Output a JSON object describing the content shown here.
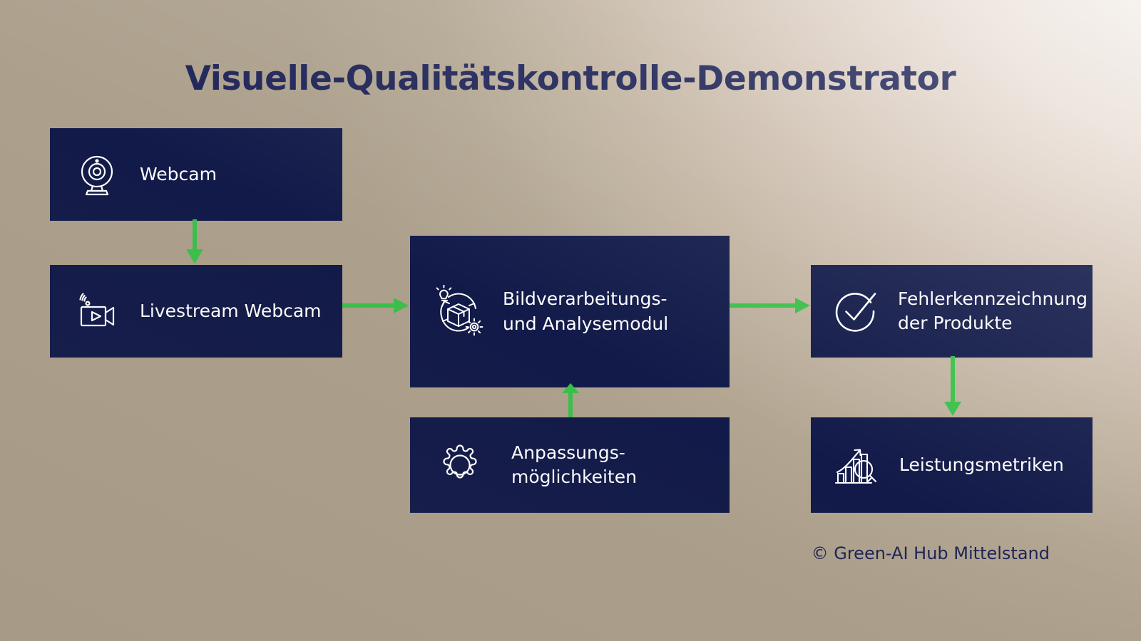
{
  "page": {
    "title": "Visuelle-Qualitätskontrolle-Demonstrator",
    "copyright": "© Green-AI Hub Mittelstand"
  },
  "theme": {
    "node_fill": "#121a49",
    "node_text": "#ffffff",
    "title_color": "#1d2356",
    "arrow_color": "#3cbf4a",
    "background_light": "#f7f4f2",
    "background_dark": "#b0a593"
  },
  "nodes": [
    {
      "id": "webcam",
      "label": "Webcam",
      "icon": "webcam-icon"
    },
    {
      "id": "livestream",
      "label": "Livestream Webcam",
      "icon": "livestream-video-icon"
    },
    {
      "id": "processing",
      "label": "Bildverarbeitungs-\nund Analysemodul",
      "icon": "image-processing-icon"
    },
    {
      "id": "settings",
      "label": "Anpassungs-\nmöglichkeiten",
      "icon": "gear-icon"
    },
    {
      "id": "detection",
      "label": "Fehlerkennzeichnung\nder Produkte",
      "icon": "check-circle-icon"
    },
    {
      "id": "metrics",
      "label": "Leistungsmetriken",
      "icon": "chart-magnifier-icon"
    }
  ],
  "connections": [
    {
      "id": "webcam-to-livestream",
      "from": "webcam",
      "to": "livestream",
      "direction": "down"
    },
    {
      "id": "livestream-to-processing",
      "from": "livestream",
      "to": "processing",
      "direction": "right"
    },
    {
      "id": "processing-to-detection",
      "from": "processing",
      "to": "detection",
      "direction": "right"
    },
    {
      "id": "settings-to-processing",
      "from": "settings",
      "to": "processing",
      "direction": "up"
    },
    {
      "id": "detection-to-metrics",
      "from": "detection",
      "to": "metrics",
      "direction": "down"
    }
  ]
}
